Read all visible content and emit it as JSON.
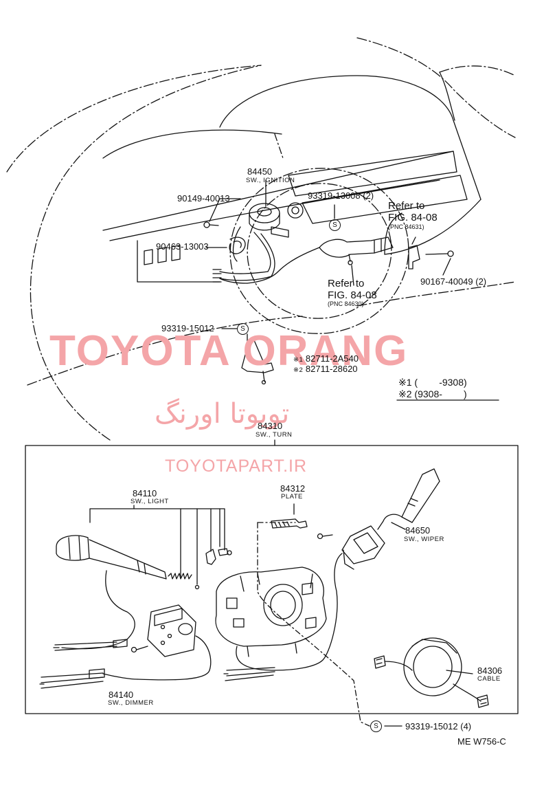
{
  "watermark": {
    "main": "TOYOTA ORANG",
    "farsi": "تویوتا اورنگ",
    "url": "TOYOTAPART.IR",
    "color": "#f4a5a8"
  },
  "parts": {
    "ignition_pn": "84450",
    "ignition_name": "SW., IGNITION",
    "bolt_90149": "90149-40013",
    "screw_93319_13008": "93319-13008 (2)",
    "clamp_90463": "90463-13003",
    "screw_93319_15012": "93319-15012",
    "bolt_90167": "90167-40049 (2)",
    "bracket_1": "82711-2A540",
    "bracket_2": "82711-28620",
    "turn_pn": "84310",
    "turn_name": "SW., TURN",
    "light_pn": "84110",
    "light_name": "SW., LIGHT",
    "plate_pn": "84312",
    "plate_name": "PLATE",
    "wiper_pn": "84650",
    "wiper_name": "SW., WIPER",
    "dimmer_pn": "84140",
    "dimmer_name": "SW., DIMMER",
    "cable_pn": "84306",
    "cable_name": "CABLE",
    "screw_bottom": "93319-15012 (4)"
  },
  "refs": [
    {
      "label": "Refer to",
      "fig": "FIG. 84-08",
      "pnc": "(PNC 84631)"
    },
    {
      "label": "Refer to",
      "fig": "FIG. 84-08",
      "pnc": "(PNC 84630)"
    }
  ],
  "marks": {
    "mark1": "※1",
    "mark2": "※2",
    "s": "S"
  },
  "legend": {
    "row1_mark": "※1",
    "row1_text": "(        -9308)",
    "row2_mark": "※2",
    "row2_text": "(9308-        )"
  },
  "diagram_code": "ME W756-C"
}
